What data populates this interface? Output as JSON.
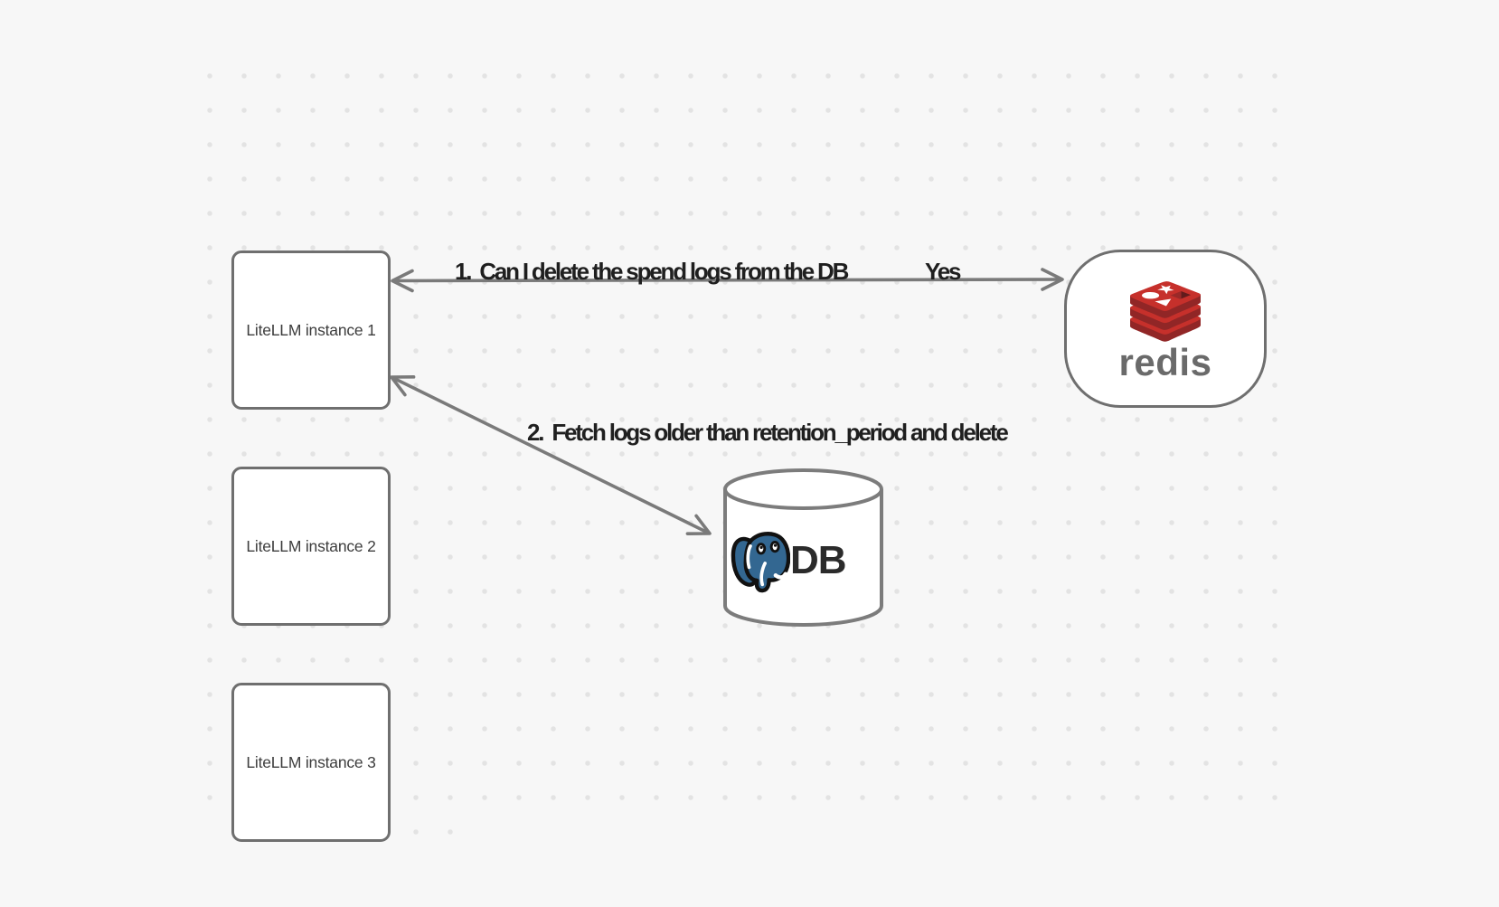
{
  "diagram": {
    "nodes": {
      "instances": [
        {
          "label": "LiteLLM instance 1"
        },
        {
          "label": "LiteLLM instance 2"
        },
        {
          "label": "LiteLLM instance 3"
        }
      ],
      "redis": {
        "label": "redis",
        "icon": "redis-logo-icon"
      },
      "db": {
        "label": "DB",
        "icon": "postgresql-elephant-icon",
        "shape": "database-cylinder"
      }
    },
    "edges": [
      {
        "from": "redis",
        "to": "LiteLLM instance 1",
        "direction": "both",
        "label": "1.  Can I delete the spend logs from the DB",
        "response": "Yes"
      },
      {
        "from": "LiteLLM instance 1",
        "to": "DB",
        "direction": "both",
        "label": "2.  Fetch logs older than retention_period and delete"
      }
    ],
    "colors": {
      "background": "#f7f7f7",
      "grid_dot": "#e3e3e3",
      "shape_border": "#6f6f6f",
      "arrow": "#7a7a7a",
      "edge_label_text": "#1f1f1f",
      "node_label_text": "#3d3d3d",
      "db_label_text": "#2b2b2b",
      "redis_red": "#c6302b",
      "redis_dark_red": "#912626",
      "redis_wordmark": "#6a6a6a",
      "postgres_blue": "#336791"
    }
  }
}
